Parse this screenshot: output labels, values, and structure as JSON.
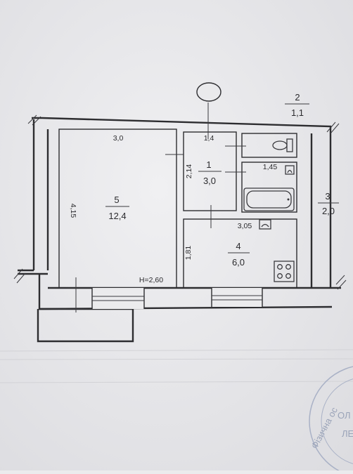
{
  "rooms": [
    {
      "number": "5",
      "area": "12,4"
    },
    {
      "number": "1",
      "area": "3,0"
    },
    {
      "number": "4",
      "area": "6,0"
    },
    {
      "number": "2",
      "area": "1,1"
    },
    {
      "number": "3",
      "area": "2,0"
    }
  ],
  "dimensions": {
    "room5_width": "3,0",
    "room5_length": "4,15",
    "ceiling_height": "H=2,60",
    "room1_width": "1,4",
    "room1_length": "2,14",
    "bath_width": "1,45",
    "kitchen_width": "3,05",
    "kitchen_length": "1,81"
  },
  "stamp": {
    "text_1": "ОЛ",
    "text_2": "ЛЕ",
    "ring_text": "Фізична ос"
  }
}
